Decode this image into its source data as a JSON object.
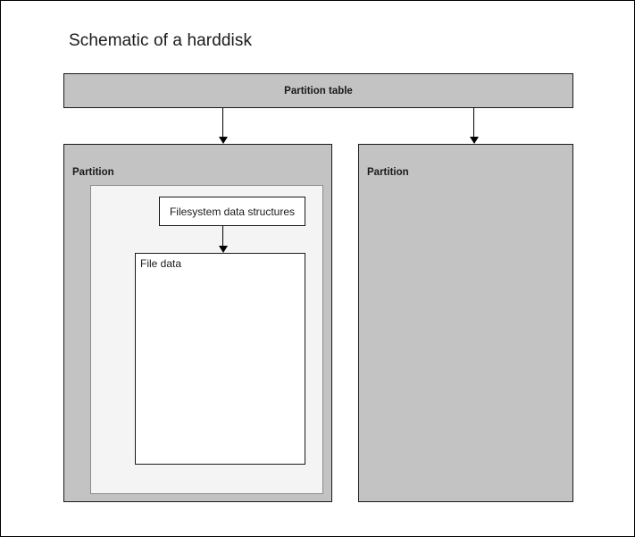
{
  "diagram": {
    "title": "Schematic of a harddisk",
    "colors": {
      "page_background": "#ffffff",
      "page_border": "#000000",
      "partition_fill": "#c3c3c3",
      "filesystem_area_fill": "#f4f4f4",
      "filesystem_area_border": "#8c8c8c",
      "box_fill": "#ffffff",
      "box_border": "#1a1a1a",
      "text": "#1a1a1a",
      "arrow": "#000000"
    },
    "nodes": {
      "partition_table": {
        "label": "Partition table"
      },
      "partition_left": {
        "label": "Partition"
      },
      "partition_right": {
        "label": "Partition"
      },
      "filesystem_structures": {
        "label": "Filesystem data structures"
      },
      "file_data": {
        "label": "File data"
      }
    },
    "arrows": [
      {
        "name": "partition-table-to-left-partition",
        "from": "partition_table",
        "to": "partition_left",
        "direction": "down"
      },
      {
        "name": "partition-table-to-right-partition",
        "from": "partition_table",
        "to": "partition_right",
        "direction": "down"
      },
      {
        "name": "filesystem-structures-to-file-data",
        "from": "filesystem_structures",
        "to": "file_data",
        "direction": "down"
      }
    ]
  }
}
